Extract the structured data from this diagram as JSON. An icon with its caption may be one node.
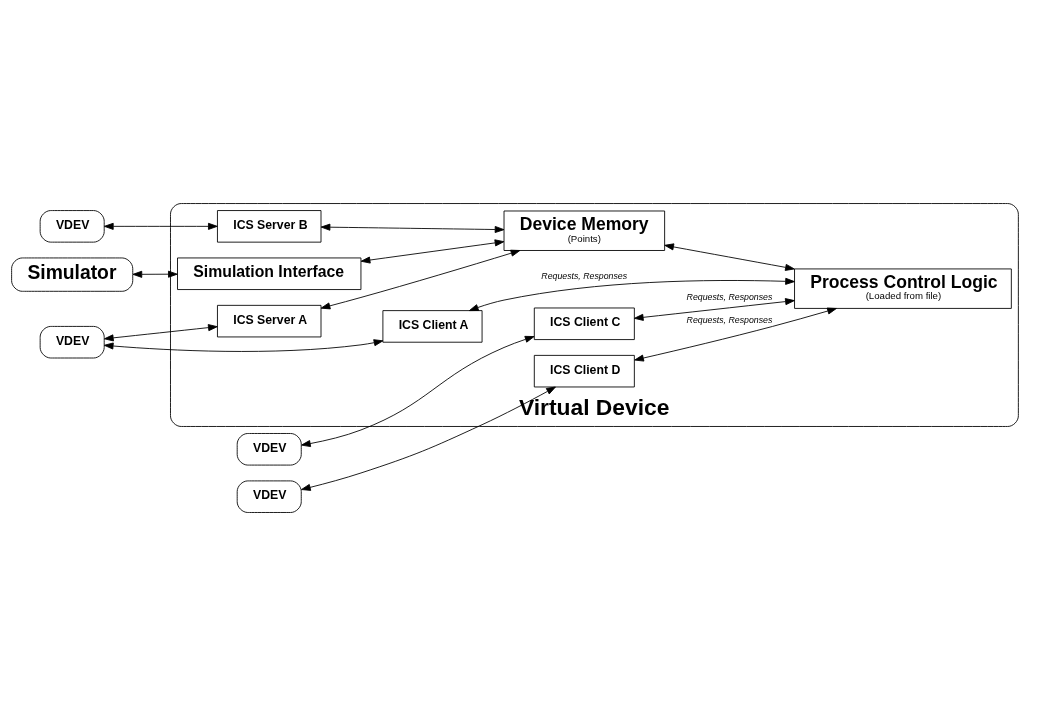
{
  "diagram": {
    "nodes": [
      {
        "text": [
          "Simulator"
        ]
      },
      {
        "text": [
          "Virtual Device"
        ]
      },
      {
        "text": [
          "Simulation Interface"
        ],
        "in": 1
      },
      {
        "text": [
          "Device Memory",
          "(Points)"
        ],
        "in": 1
      },
      {
        "text": [
          "Process Control Logic",
          "(Loaded from file)"
        ],
        "in": 1
      },
      {
        "text": [
          "ICS Server A"
        ],
        "in": 1
      },
      {
        "text": [
          "ICS Server B"
        ],
        "in": 1
      },
      {
        "text": [
          "ICS Client A"
        ],
        "in": 1
      },
      {
        "text": [
          "ICS Client C"
        ],
        "in": 1
      },
      {
        "text": [
          "ICS Client D"
        ],
        "in": 1
      },
      {
        "text": [
          "VDEV"
        ]
      },
      {
        "text": [
          "VDEV"
        ]
      },
      {
        "text": [
          "VDEV"
        ]
      },
      {
        "text": [
          "VDEV"
        ]
      }
    ],
    "edges": [
      {
        "from": 0,
        "to": 2,
        "arrow": "both"
      },
      {
        "from": 2,
        "to": 3,
        "arrow": "both"
      },
      {
        "from": 5,
        "to": 3,
        "arrow": "both"
      },
      {
        "from": 6,
        "to": 3,
        "arrow": "both"
      },
      {
        "from": 3,
        "to": 4,
        "arrow": "both"
      },
      {
        "from": 7,
        "to": 4,
        "arrow": "both",
        "label": "Requests, Responses"
      },
      {
        "from": 8,
        "to": 4,
        "arrow": "both",
        "label": "Requests, Responses"
      },
      {
        "from": 9,
        "to": 4,
        "arrow": "both",
        "label": "Requests, Responses"
      },
      {
        "from": 10,
        "to": 5,
        "arrow": "both"
      },
      {
        "from": 10,
        "to": 7,
        "arrow": "both"
      },
      {
        "from": 11,
        "to": 6,
        "arrow": "both"
      },
      {
        "from": 12,
        "to": 8,
        "arrow": "both"
      },
      {
        "from": 13,
        "to": 9,
        "arrow": "both"
      }
    ]
  }
}
